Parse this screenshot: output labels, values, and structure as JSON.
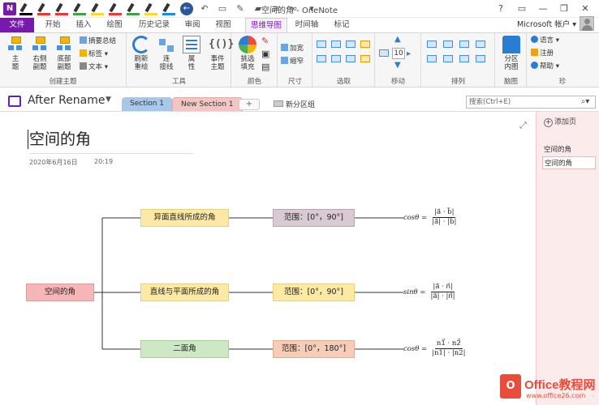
{
  "window": {
    "title": "空间的角 - OneNote"
  },
  "title_bar": {
    "help": "?",
    "minimize": "—",
    "restore": "❐",
    "close": "✕"
  },
  "tabs": [
    {
      "label": "文件"
    },
    {
      "label": "开始"
    },
    {
      "label": "插入"
    },
    {
      "label": "绘图"
    },
    {
      "label": "历史记录"
    },
    {
      "label": "审阅"
    },
    {
      "label": "视图"
    },
    {
      "label": "思维导图"
    },
    {
      "label": "时间轴"
    },
    {
      "label": "标记"
    }
  ],
  "account": {
    "label": "Microsoft 帐户 ▾"
  },
  "ribbon": {
    "groups": {
      "create": "创建主题",
      "tools": "工具",
      "color": "颜色",
      "size": "尺寸",
      "select": "选取",
      "move": "移动",
      "arrange": "排列",
      "image": "脑图",
      "misc": "珍"
    },
    "buttons": {
      "main_topic": "主\n题",
      "right_sub": "右侧\n副题",
      "bottom_sub": "底部\n副题",
      "summary": "摘要总结",
      "tag": "标签 ▾",
      "text": "文本 ▾",
      "refresh": "刷新\n重绘",
      "connect": "连\n接线",
      "properties": "属\n性",
      "event": "事件\n主题",
      "pick_fill": "挑选\n填充",
      "widen": "加宽",
      "narrow": "缩窄",
      "move_value": "10",
      "split_map": "分区\n内图",
      "language": "语言 ▾",
      "register": "注册",
      "help": "帮助 ▾"
    }
  },
  "notebook": {
    "name": "After Rename",
    "sections": [
      "Section 1",
      "New Section 1"
    ],
    "add_section": "+",
    "new_group": "新分区组",
    "search_placeholder": "搜索(Ctrl+E)"
  },
  "pages_panel": {
    "add_page": "添加页",
    "pages": [
      "空间的角",
      "空间的角"
    ]
  },
  "page": {
    "title": "空间的角",
    "date": "2020年6月16日",
    "time": "20:19"
  },
  "mindmap": {
    "root": {
      "label": "空间的角",
      "color": "#f4b6b6"
    },
    "branches": [
      {
        "topic": "异面直线所成的角",
        "topic_color": "#fde9a6",
        "range": "范围：[0°，90°]",
        "range_color": "#d9c9d3",
        "formula": {
          "lhs": "cosθ =",
          "num": "|a⃗ · b⃗|",
          "den": "|a⃗| · |b⃗|"
        }
      },
      {
        "topic": "直线与平面所成的角",
        "topic_color": "#fde9a6",
        "range": "范围：[0°，90°]",
        "range_color": "#fde9a6",
        "formula": {
          "lhs": "sinθ =",
          "num": "|a⃗ · n⃗|",
          "den": "|a⃗| · |n⃗|"
        }
      },
      {
        "topic": "二面角",
        "topic_color": "#cfe8c4",
        "range": "范围：[0°，180°]",
        "range_color": "#f7cdb8",
        "formula": {
          "lhs": "cosθ =",
          "num": "n1⃗ · n2⃗",
          "den": "|n1| · |n2|"
        }
      }
    ]
  },
  "watermark": {
    "logo": "O",
    "text": "Office教程网",
    "url": "www.office26.com"
  },
  "colors": {
    "onenote_purple": "#7719aa",
    "pages_panel": "#fcebeb",
    "section1_tab": "#a9c7e8",
    "new_section_tab": "#f4c5c5"
  }
}
